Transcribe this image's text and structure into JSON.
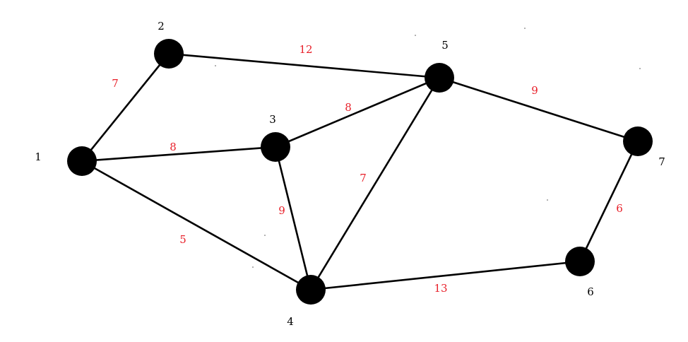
{
  "colors": {
    "edge": "#000000",
    "node": "#000000",
    "node_label": "#000000",
    "weight_label": "#e8202a"
  },
  "nodes": [
    {
      "id": "1",
      "label": "1"
    },
    {
      "id": "2",
      "label": "2"
    },
    {
      "id": "3",
      "label": "3"
    },
    {
      "id": "4",
      "label": "4"
    },
    {
      "id": "5",
      "label": "5"
    },
    {
      "id": "6",
      "label": "6"
    },
    {
      "id": "7",
      "label": "7"
    }
  ],
  "edges": [
    {
      "from": "1",
      "to": "2",
      "weight": "7"
    },
    {
      "from": "2",
      "to": "5",
      "weight": "12"
    },
    {
      "from": "1",
      "to": "3",
      "weight": "8"
    },
    {
      "from": "3",
      "to": "5",
      "weight": "8"
    },
    {
      "from": "1",
      "to": "4",
      "weight": "5"
    },
    {
      "from": "3",
      "to": "4",
      "weight": "9"
    },
    {
      "from": "4",
      "to": "5",
      "weight": "7"
    },
    {
      "from": "5",
      "to": "7",
      "weight": "9"
    },
    {
      "from": "4",
      "to": "6",
      "weight": "13"
    },
    {
      "from": "6",
      "to": "7",
      "weight": "6"
    }
  ]
}
